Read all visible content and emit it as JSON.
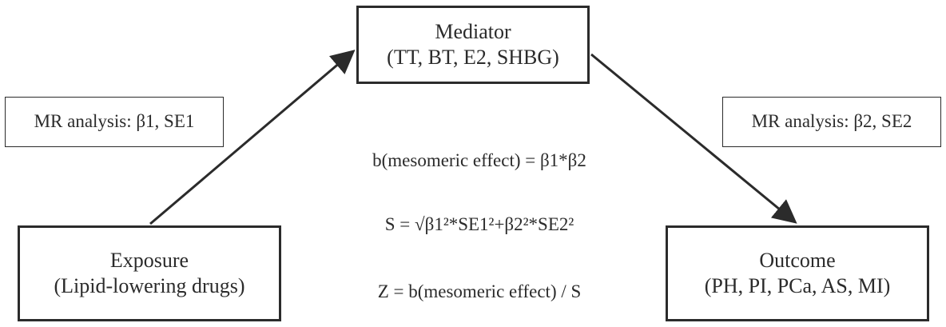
{
  "mediator": {
    "title": "Mediator",
    "subtitle": "(TT, BT, E2, SHBG)"
  },
  "exposure": {
    "title": "Exposure",
    "subtitle": "(Lipid-lowering drugs)"
  },
  "outcome": {
    "title": "Outcome",
    "subtitle": "(PH, PI, PCa, AS, MI)"
  },
  "mr_left": {
    "label": "MR analysis: β1, SE1"
  },
  "mr_right": {
    "label": "MR analysis: β2, SE2"
  },
  "formulas": {
    "b": "b(mesomeric effect) = β1*β2",
    "s": "S = √β1²*SE1²+β2²*SE2²",
    "z": "Z = b(mesomeric effect) / S"
  },
  "colors": {
    "stroke": "#2b2b2b",
    "background": "#ffffff"
  }
}
